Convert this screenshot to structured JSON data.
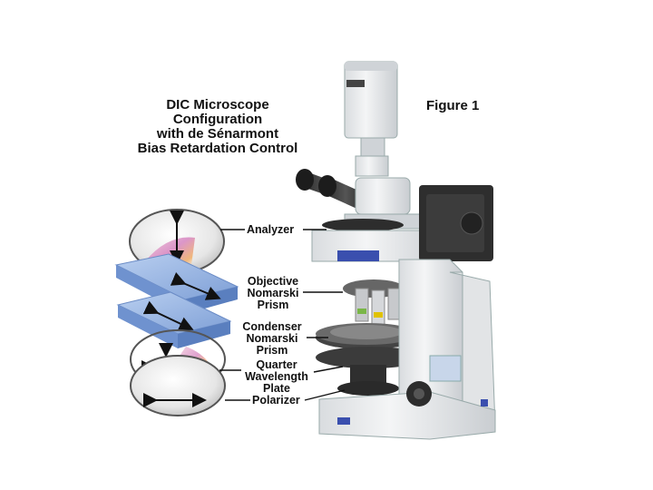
{
  "title": {
    "line1": "DIC Microscope",
    "line2": "Configuration",
    "line3": "with de Sénarmont",
    "line4": "Bias Retardation Control"
  },
  "figure_label": "Figure 1",
  "callouts": {
    "analyzer": "Analyzer",
    "objective_prism": [
      "Objective",
      "Nomarski",
      "Prism"
    ],
    "condenser_prism": [
      "Condenser",
      "Nomarski",
      "Prism"
    ],
    "quarter_wave_plate": [
      "Quarter",
      "Wavelength",
      "Plate"
    ],
    "polarizer": "Polarizer"
  },
  "colors": {
    "prism_blue": "#8fb0e0",
    "microscope_body": "#eceef0",
    "camera_dark": "#3a3a3a",
    "leader_line": "#111111"
  }
}
